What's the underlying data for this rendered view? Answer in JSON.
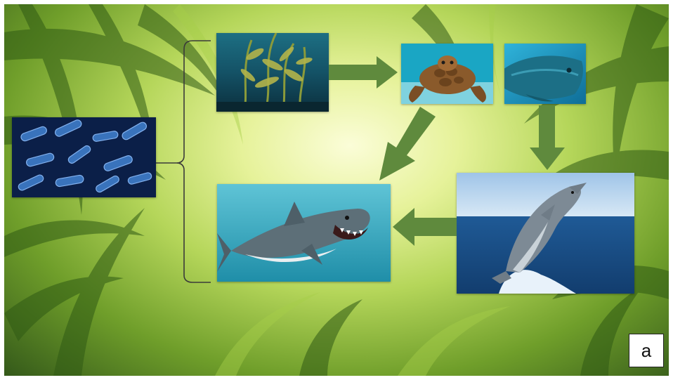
{
  "panel_label": "a",
  "colors": {
    "arrow": "#5f8a3d",
    "bracket": "#3a3a3a",
    "background_center": "#fbfdd8",
    "background_edge": "#34591a"
  },
  "organisms": [
    {
      "id": "kelp",
      "icon": "kelp-photo"
    },
    {
      "id": "sea-turtle",
      "icon": "turtle-photo"
    },
    {
      "id": "fish",
      "icon": "fish-photo"
    },
    {
      "id": "bacteria",
      "icon": "bacteria-photo"
    },
    {
      "id": "shark",
      "icon": "shark-photo"
    },
    {
      "id": "dolphin",
      "icon": "dolphin-photo"
    }
  ],
  "flows": [
    {
      "from": "kelp",
      "to": "sea-turtle"
    },
    {
      "from": "sea-turtle",
      "to": "shark"
    },
    {
      "from": "fish",
      "to": "dolphin"
    },
    {
      "from": "dolphin",
      "to": "shark"
    }
  ],
  "bracket": {
    "from": "bacteria",
    "spans": [
      "kelp",
      "shark"
    ]
  }
}
